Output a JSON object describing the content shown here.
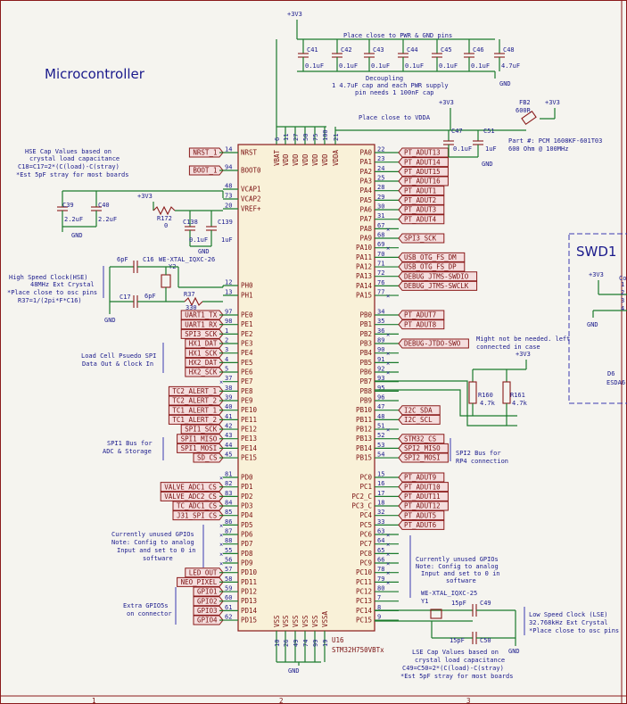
{
  "title": "Microcontroller",
  "swd_title": "SWD1",
  "notes": {
    "decoupling_top": "Place close to PWR & GND pins",
    "decoupling_1": "Decoupling",
    "decoupling_2": "1 4.7uF cap and each PWR supply",
    "decoupling_3": "pin needs 1 100nF cap",
    "vdda": "Place close to VDDA",
    "fb_part_1": "Part #: PCM 1608KF-601T03",
    "fb_part_2": "600 Ohm @ 100MHz",
    "hse_1": "HSE Cap Values based on",
    "hse_2": "crystal load capacitance",
    "hse_3": "C18=C17=2*(C(load)-C(stray)",
    "hse_4": "*Est 5pF stray for most boards",
    "hsc_1": "High Speed Clock(HSE)",
    "hsc_2": "48MHz Ext Crystal",
    "hsc_3": "*Place close to osc pins",
    "hsc_4": "R37=1/(2pi*F*C16)",
    "load_1": "Load Cell Psuedo SPI",
    "load_2": "Data Out & Clock In",
    "spi1_1": "SPI1 Bus for",
    "spi1_2": "ADC & Storage",
    "unused_l_1": "Currently unused GPIOs",
    "unused_l_2": "Note: Config to analog",
    "unused_l_3": "Input and set to 0 in",
    "unused_l_4": "software",
    "extra_1": "Extra GPIO5s",
    "extra_2": "on connector",
    "spi2_1": "SPI2 Bus for",
    "spi2_2": "RP4 connection",
    "unused_r_1": "Currently unused GPIOs",
    "unused_r_2": "Note: Config to analog",
    "unused_r_3": "Input and set to 0 in",
    "unused_r_4": "software",
    "notneeded_1": "Might not be needed. left",
    "notneeded_2": "connected in case",
    "lse_1": "LSE Cap Values based on",
    "lse_2": "crystal load capacitance",
    "lse_3": "C49=C50=2*(C(load)-C(stray)",
    "lse_4": "*Est 5pF stray for most boards",
    "lsc_1": "Low Speed Clock (LSE)",
    "lsc_2": "32.768kHz Ext Crystal",
    "lsc_3": "*Place close to osc pins"
  },
  "power": {
    "v33": "+3V3",
    "gnd": "GND"
  },
  "ic": {
    "ref": "U16",
    "part": "STM32H750VBTx"
  },
  "top_pins": [
    {
      "num": "6",
      "name": "VBAT"
    },
    {
      "num": "11",
      "name": "VDD"
    },
    {
      "num": "27",
      "name": "VDD"
    },
    {
      "num": "50",
      "name": "VDD"
    },
    {
      "num": "75",
      "name": "VDD"
    },
    {
      "num": "100",
      "name": "VDD"
    },
    {
      "num": "21",
      "name": "VDDA"
    }
  ],
  "bottom_pins": [
    {
      "num": "10",
      "name": "VSS"
    },
    {
      "num": "26",
      "name": "VSS"
    },
    {
      "num": "49",
      "name": "VSS"
    },
    {
      "num": "74",
      "name": "VSS"
    },
    {
      "num": "99",
      "name": "VSS"
    },
    {
      "num": "19",
      "name": "VSSA"
    }
  ],
  "left_pins": [
    {
      "num": "14",
      "name": "NRST",
      "label": "NRST_1"
    },
    {
      "num": "94",
      "name": "BOOT0",
      "label": "BOOT_1"
    },
    {
      "num": "48",
      "name": "VCAP1",
      "label": ""
    },
    {
      "num": "73",
      "name": "VCAP2",
      "label": ""
    },
    {
      "num": "20",
      "name": "VREF+",
      "label": ""
    },
    {
      "num": "12",
      "name": "PH0",
      "label": ""
    },
    {
      "num": "13",
      "name": "PH1",
      "label": ""
    },
    {
      "num": "97",
      "name": "PE0",
      "label": "UART1_TX"
    },
    {
      "num": "98",
      "name": "PE1",
      "label": "UART1_RX"
    },
    {
      "num": "1",
      "name": "PE2",
      "label": "SPI3_SCK"
    },
    {
      "num": "2",
      "name": "PE3",
      "label": "HX1_DAT"
    },
    {
      "num": "3",
      "name": "PE4",
      "label": "HX1_SCK"
    },
    {
      "num": "4",
      "name": "PE5",
      "label": "HX2_DAT"
    },
    {
      "num": "5",
      "name": "PE6",
      "label": "HX2_SCK"
    },
    {
      "num": "37",
      "name": "PE7",
      "label": ""
    },
    {
      "num": "38",
      "name": "PE8",
      "label": "TC2_ALERT_1"
    },
    {
      "num": "39",
      "name": "PE9",
      "label": "TC2_ALERT_2"
    },
    {
      "num": "40",
      "name": "PE10",
      "label": "TC1_ALERT_1"
    },
    {
      "num": "41",
      "name": "PE11",
      "label": "TC1_ALERT_2"
    },
    {
      "num": "42",
      "name": "PE12",
      "label": "SPI1_SCK"
    },
    {
      "num": "43",
      "name": "PE13",
      "label": "SPI1_MISO"
    },
    {
      "num": "44",
      "name": "PE14",
      "label": "SPI1_MOSI"
    },
    {
      "num": "45",
      "name": "PE15",
      "label": "SD_CS"
    },
    {
      "num": "81",
      "name": "PD0",
      "label": ""
    },
    {
      "num": "82",
      "name": "PD1",
      "label": "VALVE_ADC1_CS"
    },
    {
      "num": "83",
      "name": "PD2",
      "label": "VALVE_ADC2_CS"
    },
    {
      "num": "84",
      "name": "PD3",
      "label": "TC_ADC1_CS"
    },
    {
      "num": "85",
      "name": "PD4",
      "label": "J31_SPI_CS"
    },
    {
      "num": "86",
      "name": "PD5",
      "label": ""
    },
    {
      "num": "87",
      "name": "PD6",
      "label": ""
    },
    {
      "num": "88",
      "name": "PD7",
      "label": ""
    },
    {
      "num": "55",
      "name": "PD8",
      "label": ""
    },
    {
      "num": "56",
      "name": "PD9",
      "label": ""
    },
    {
      "num": "57",
      "name": "PD10",
      "label": "LED_OUT"
    },
    {
      "num": "58",
      "name": "PD11",
      "label": "NEO_PIXEL"
    },
    {
      "num": "59",
      "name": "PD12",
      "label": "GPIO1"
    },
    {
      "num": "60",
      "name": "PD13",
      "label": "GPIO2"
    },
    {
      "num": "61",
      "name": "PD14",
      "label": "GPIO3"
    },
    {
      "num": "62",
      "name": "PD15",
      "label": "GPIO4"
    }
  ],
  "right_pins": [
    {
      "num": "22",
      "name": "PA0",
      "label": "PT_ADUT13"
    },
    {
      "num": "23",
      "name": "PA1",
      "label": "PT_ADUT14"
    },
    {
      "num": "24",
      "name": "PA2",
      "label": "PT_ADUT15"
    },
    {
      "num": "25",
      "name": "PA3",
      "label": "PT_ADUT16"
    },
    {
      "num": "28",
      "name": "PA4",
      "label": "PT_ADUT1"
    },
    {
      "num": "29",
      "name": "PA5",
      "label": "PT_ADUT2"
    },
    {
      "num": "30",
      "name": "PA6",
      "label": "PT_ADUT3"
    },
    {
      "num": "31",
      "name": "PA7",
      "label": "PT_ADUT4"
    },
    {
      "num": "67",
      "name": "PA8",
      "label": ""
    },
    {
      "num": "68",
      "name": "PA9",
      "label": "SPI3_SCK"
    },
    {
      "num": "69",
      "name": "PA10",
      "label": ""
    },
    {
      "num": "70",
      "name": "PA11",
      "label": "USB_OTG_FS_DM"
    },
    {
      "num": "71",
      "name": "PA12",
      "label": "USB_OTG_FS_DP"
    },
    {
      "num": "72",
      "name": "PA13",
      "label": "DEBUG_JTMS-SWDIO"
    },
    {
      "num": "76",
      "name": "PA14",
      "label": "DEBUG_JTMS-SWCLK"
    },
    {
      "num": "77",
      "name": "PA15",
      "label": ""
    },
    {
      "num": "34",
      "name": "PB0",
      "label": "PT_ADUT7"
    },
    {
      "num": "35",
      "name": "PB1",
      "label": "PT_ADUT8"
    },
    {
      "num": "36",
      "name": "PB2",
      "label": ""
    },
    {
      "num": "89",
      "name": "PB3",
      "label": "DEBUG-JTDO-SWO"
    },
    {
      "num": "90",
      "name": "PB4",
      "label": ""
    },
    {
      "num": "91",
      "name": "PB5",
      "label": ""
    },
    {
      "num": "92",
      "name": "PB6",
      "label": ""
    },
    {
      "num": "93",
      "name": "PB7",
      "label": ""
    },
    {
      "num": "95",
      "name": "PB8",
      "label": ""
    },
    {
      "num": "96",
      "name": "PB9",
      "label": ""
    },
    {
      "num": "47",
      "name": "PB10",
      "label": "I2C_SDA"
    },
    {
      "num": "48",
      "name": "PB11",
      "label": "I2C_SCL"
    },
    {
      "num": "51",
      "name": "PB12",
      "label": ""
    },
    {
      "num": "52",
      "name": "PB13",
      "label": "STM32_CS"
    },
    {
      "num": "53",
      "name": "PB14",
      "label": "SPI2_MISO"
    },
    {
      "num": "54",
      "name": "PB15",
      "label": "SPI2_MOSI"
    },
    {
      "num": "15",
      "name": "PC0",
      "label": "PT_ADUT9"
    },
    {
      "num": "16",
      "name": "PC1",
      "label": "PT_ADUT10"
    },
    {
      "num": "17",
      "name": "PC2_C",
      "label": "PT_ADUT11"
    },
    {
      "num": "18",
      "name": "PC3_C",
      "label": "PT_ADUT12"
    },
    {
      "num": "32",
      "name": "PC4",
      "label": "PT_ADUT5"
    },
    {
      "num": "33",
      "name": "PC5",
      "label": "PT_ADUT6"
    },
    {
      "num": "63",
      "name": "PC6",
      "label": ""
    },
    {
      "num": "64",
      "name": "PC7",
      "label": ""
    },
    {
      "num": "65",
      "name": "PC8",
      "label": ""
    },
    {
      "num": "66",
      "name": "PC9",
      "label": ""
    },
    {
      "num": "78",
      "name": "PC10",
      "label": ""
    },
    {
      "num": "79",
      "name": "PC11",
      "label": ""
    },
    {
      "num": "80",
      "name": "PC12",
      "label": ""
    },
    {
      "num": "7",
      "name": "PC13",
      "label": ""
    },
    {
      "num": "8",
      "name": "PC14",
      "label": ""
    },
    {
      "num": "9",
      "name": "PC15",
      "label": ""
    }
  ],
  "decoupling_caps": [
    {
      "ref": "C41",
      "val": "0.1uF"
    },
    {
      "ref": "C42",
      "val": "0.1uF"
    },
    {
      "ref": "C43",
      "val": "0.1uF"
    },
    {
      "ref": "C44",
      "val": "0.1uF"
    },
    {
      "ref": "C45",
      "val": "0.1uF"
    },
    {
      "ref": "C46",
      "val": "0.1uF"
    },
    {
      "ref": "C48",
      "val": "4.7uF"
    }
  ],
  "parts": {
    "c47": {
      "ref": "C47",
      "val": "0.1uF"
    },
    "c51": {
      "ref": "C51",
      "val": "1uF"
    },
    "fb2": {
      "ref": "FB2",
      "val": "600R"
    },
    "c39": {
      "ref": "C39",
      "val": "2.2uF"
    },
    "c40": {
      "ref": "C40",
      "val": "2.2uF"
    },
    "r172": {
      "ref": "R172",
      "val": "0"
    },
    "c138": {
      "ref": "C138",
      "val": "0.1uF"
    },
    "c139": {
      "ref": "C139",
      "val": "1uF"
    },
    "c16": {
      "ref": "C16",
      "val": "6pF"
    },
    "c17": {
      "ref": "C17",
      "val": "6pF"
    },
    "y2": {
      "ref": "Y2",
      "val": "WE-XTAL_IQXC-26"
    },
    "r37": {
      "ref": "R37",
      "val": "330"
    },
    "r160": {
      "ref": "R160",
      "val": "4.7k"
    },
    "r161": {
      "ref": "R161",
      "val": "4.7k"
    },
    "y1": {
      "ref": "Y1",
      "val": "WE-XTAL_IQXC-25"
    },
    "c49": {
      "ref": "C49",
      "val": "15pF"
    },
    "c50": {
      "ref": "C50",
      "val": "15pF"
    },
    "d6": {
      "ref": "D6",
      "val": "ESDA6"
    }
  },
  "swd_pins": [
    "1",
    "2",
    "3",
    "4"
  ],
  "swd_partial": "Co",
  "ruler": [
    "1",
    "2",
    "3"
  ]
}
